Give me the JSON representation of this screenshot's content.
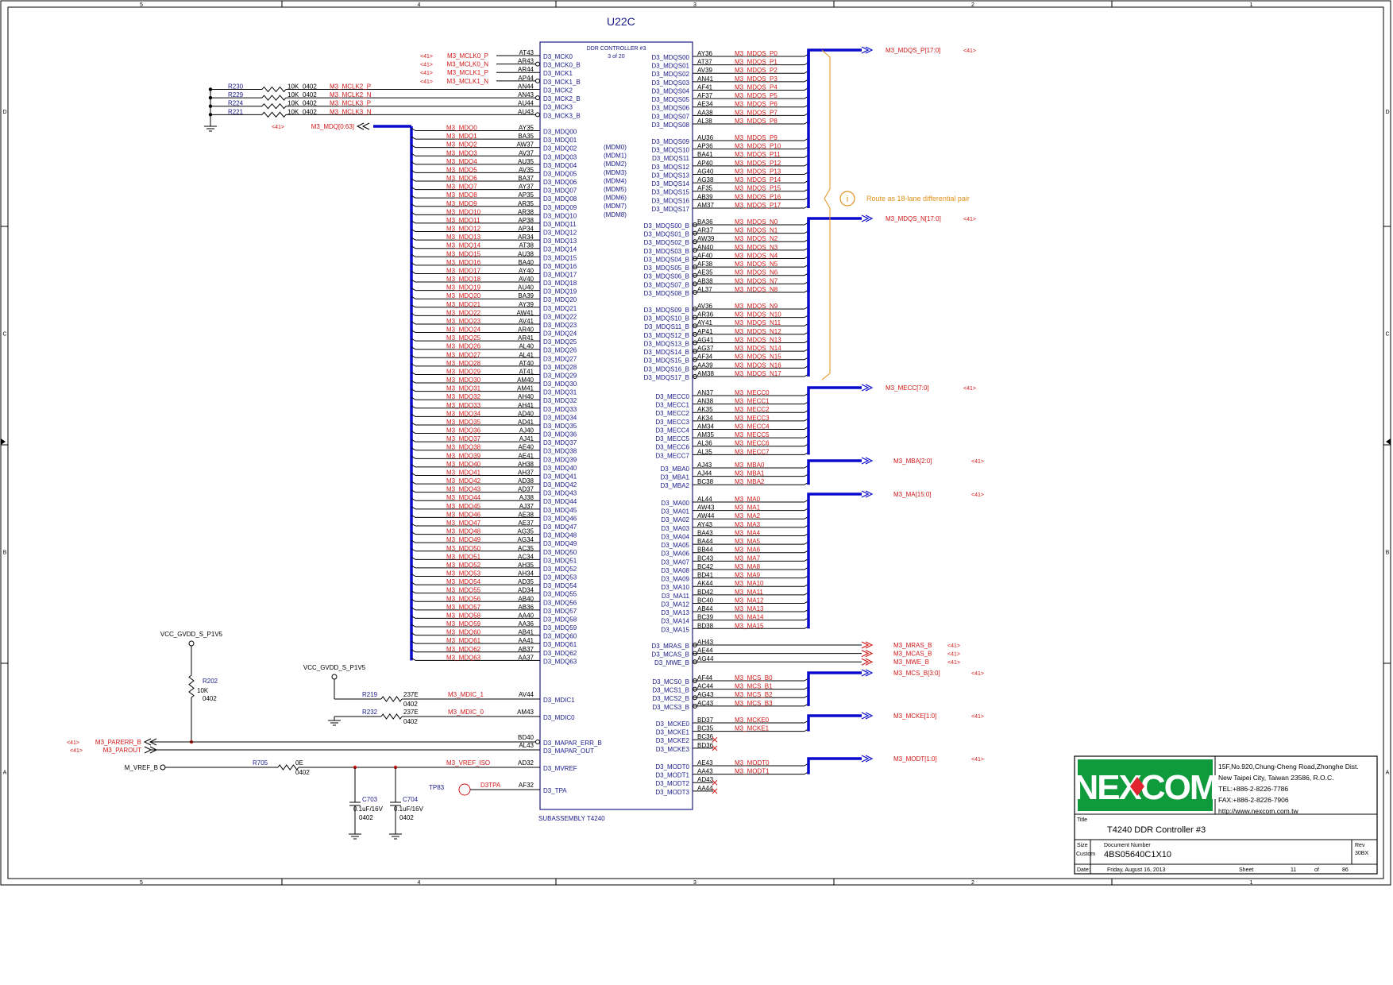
{
  "frame": {
    "cols": [
      "5",
      "4",
      "3",
      "2",
      "1"
    ],
    "rows": [
      "D",
      "C",
      "B",
      "A"
    ]
  },
  "ref": "U22C",
  "chip": {
    "title": "DDR CONTROLLER #3",
    "part": "3 of 20",
    "subassembly": "SUBASSEMBLY T4240"
  },
  "left_pins": [
    [
      "AT43",
      "D3_MCK0",
      "M3_MCLK0_P",
      "<41>"
    ],
    [
      "AR43",
      "D3_MCK0_B",
      "M3_MCLK0_N",
      "<41>"
    ],
    [
      "AR44",
      "D3_MCK1",
      "M3_MCLK1_P",
      "<41>"
    ],
    [
      "AP44",
      "D3_MCK1_B",
      "M3_MCLK1_N",
      "<41>"
    ],
    [
      "AN44",
      "D3_MCK2",
      "M3_MCLK2_P",
      ""
    ],
    [
      "AN43",
      "D3_MCK2_B",
      "M3_MCLK2_N",
      ""
    ],
    [
      "AU44",
      "D3_MCK3",
      "M3_MCLK3_P",
      ""
    ],
    [
      "AU43",
      "D3_MCK3_B",
      "M3_MCLK3_N",
      ""
    ]
  ],
  "mclk_resistors": [
    {
      "ref": "R230",
      "val": "10K",
      "pkg": "0402"
    },
    {
      "ref": "R229",
      "val": "10K",
      "pkg": "0402"
    },
    {
      "ref": "R224",
      "val": "10K",
      "pkg": "0402"
    },
    {
      "ref": "R221",
      "val": "10K",
      "pkg": "0402"
    }
  ],
  "mdq_bus": {
    "name": "M3_MDQ[0:63]",
    "sheet": "<41>"
  },
  "mdq_balls": [
    "AY35",
    "BA35",
    "AW37",
    "AV37",
    "AU35",
    "AV35",
    "BA37",
    "AY37",
    "AP35",
    "AR35",
    "AR38",
    "AP38",
    "AP34",
    "AR34",
    "AT38",
    "AU38",
    "BA40",
    "AY40",
    "AV40",
    "AU40",
    "BA39",
    "AY39",
    "AW41",
    "AV41",
    "AR40",
    "AR41",
    "AL40",
    "AL41",
    "AT40",
    "AT41",
    "AM40",
    "AM41",
    "AH40",
    "AH41",
    "AD40",
    "AD41",
    "AJ40",
    "AJ41",
    "AE40",
    "AE41",
    "AH38",
    "AH37",
    "AD38",
    "AD37",
    "AJ38",
    "AJ37",
    "AE38",
    "AE37",
    "AG35",
    "AG34",
    "AC35",
    "AC34",
    "AH35",
    "AH34",
    "AD35",
    "AD34",
    "AB40",
    "AB36",
    "AA40",
    "AA36",
    "AB41",
    "AA41",
    "AB37",
    "AA37"
  ],
  "dm_labels": [
    "(MDM0)",
    "(MDM1)",
    "(MDM2)",
    "(MDM3)",
    "(MDM4)",
    "(MDM5)",
    "(MDM6)",
    "(MDM7)",
    "(MDM8)"
  ],
  "right_groups": [
    {
      "kind": "mdqs",
      "pins": [
        [
          "AY36",
          "D3_MDQS00",
          "M3_MDQS_P0"
        ],
        [
          "AT37",
          "D3_MDQS01",
          "M3_MDQS_P1"
        ],
        [
          "AV39",
          "D3_MDQS02",
          "M3_MDQS_P2"
        ],
        [
          "AN41",
          "D3_MDQS03",
          "M3_MDQS_P3"
        ],
        [
          "AF41",
          "D3_MDQS04",
          "M3_MDQS_P4"
        ],
        [
          "AF37",
          "D3_MDQS05",
          "M3_MDQS_P5"
        ],
        [
          "AE34",
          "D3_MDQS06",
          "M3_MDQS_P6"
        ],
        [
          "AA38",
          "D3_MDQS07",
          "M3_MDQS_P7"
        ],
        [
          "AL38",
          "D3_MDQS08",
          "M3_MDQS_P8"
        ]
      ]
    },
    {
      "kind": "mdqs",
      "pins": [
        [
          "AU36",
          "D3_MDQS09",
          "M3_MDQS_P9"
        ],
        [
          "AP36",
          "D3_MDQS10",
          "M3_MDQS_P10"
        ],
        [
          "BA41",
          "D3_MDQS11",
          "M3_MDQS_P11"
        ],
        [
          "AP40",
          "D3_MDQS12",
          "M3_MDQS_P12"
        ],
        [
          "AG40",
          "D3_MDQS13",
          "M3_MDQS_P13"
        ],
        [
          "AG38",
          "D3_MDQS14",
          "M3_MDQS_P14"
        ],
        [
          "AF35",
          "D3_MDQS15",
          "M3_MDQS_P15"
        ],
        [
          "AB39",
          "D3_MDQS16",
          "M3_MDQS_P16"
        ],
        [
          "AM37",
          "D3_MDQS17",
          "M3_MDQS_P17"
        ]
      ]
    },
    {
      "kind": "mdqsn",
      "pins": [
        [
          "BA36",
          "D3_MDQS00_B",
          "M3_MDQS_N0"
        ],
        [
          "AR37",
          "D3_MDQS01_B",
          "M3_MDQS_N1"
        ],
        [
          "AW39",
          "D3_MDQS02_B",
          "M3_MDQS_N2"
        ],
        [
          "AN40",
          "D3_MDQS03_B",
          "M3_MDQS_N3"
        ],
        [
          "AF40",
          "D3_MDQS04_B",
          "M3_MDQS_N4"
        ],
        [
          "AF38",
          "D3_MDQS05_B",
          "M3_MDQS_N5"
        ],
        [
          "AE35",
          "D3_MDQS06_B",
          "M3_MDQS_N6"
        ],
        [
          "AB38",
          "D3_MDQS07_B",
          "M3_MDQS_N7"
        ],
        [
          "AL37",
          "D3_MDQS08_B",
          "M3_MDQS_N8"
        ]
      ]
    },
    {
      "kind": "mdqsn",
      "pins": [
        [
          "AV36",
          "D3_MDQS09_B",
          "M3_MDQS_N9"
        ],
        [
          "AR36",
          "D3_MDQS10_B",
          "M3_MDQS_N10"
        ],
        [
          "AY41",
          "D3_MDQS11_B",
          "M3_MDQS_N11"
        ],
        [
          "AP41",
          "D3_MDQS12_B",
          "M3_MDQS_N12"
        ],
        [
          "AG41",
          "D3_MDQS13_B",
          "M3_MDQS_N13"
        ],
        [
          "AG37",
          "D3_MDQS14_B",
          "M3_MDQS_N14"
        ],
        [
          "AF34",
          "D3_MDQS15_B",
          "M3_MDQS_N15"
        ],
        [
          "AA39",
          "D3_MDQS16_B",
          "M3_MDQS_N16"
        ],
        [
          "AM38",
          "D3_MDQS17_B",
          "M3_MDQS_N17"
        ]
      ]
    },
    {
      "kind": "ecc",
      "pins": [
        [
          "AN37",
          "D3_MECC0",
          "M3_MECC0"
        ],
        [
          "AN38",
          "D3_MECC1",
          "M3_MECC1"
        ],
        [
          "AK35",
          "D3_MECC2",
          "M3_MECC2"
        ],
        [
          "AK34",
          "D3_MECC3",
          "M3_MECC3"
        ],
        [
          "AM34",
          "D3_MECC4",
          "M3_MECC4"
        ],
        [
          "AM35",
          "D3_MECC5",
          "M3_MECC5"
        ],
        [
          "AL36",
          "D3_MECC6",
          "M3_MECC6"
        ],
        [
          "AL35",
          "D3_MECC7",
          "M3_MECC7"
        ]
      ]
    },
    {
      "kind": "mba",
      "pins": [
        [
          "AJ43",
          "D3_MBA0",
          "M3_MBA0"
        ],
        [
          "AJ44",
          "D3_MBA1",
          "M3_MBA1"
        ],
        [
          "BC38",
          "D3_MBA2",
          "M3_MBA2"
        ]
      ]
    },
    {
      "kind": "ma",
      "pins": [
        [
          "AL44",
          "D3_MA00",
          "M3_MA0"
        ],
        [
          "AW43",
          "D3_MA01",
          "M3_MA1"
        ],
        [
          "AW44",
          "D3_MA02",
          "M3_MA2"
        ],
        [
          "AY43",
          "D3_MA03",
          "M3_MA3"
        ],
        [
          "BA43",
          "D3_MA04",
          "M3_MA4"
        ],
        [
          "BA44",
          "D3_MA05",
          "M3_MA5"
        ],
        [
          "BB44",
          "D3_MA06",
          "M3_MA6"
        ],
        [
          "BC43",
          "D3_MA07",
          "M3_MA7"
        ],
        [
          "BC42",
          "D3_MA08",
          "M3_MA8"
        ],
        [
          "BD41",
          "D3_MA09",
          "M3_MA9"
        ],
        [
          "AK44",
          "D3_MA10",
          "M3_MA10"
        ],
        [
          "BD42",
          "D3_MA11",
          "M3_MA11"
        ],
        [
          "BC40",
          "D3_MA12",
          "M3_MA12"
        ],
        [
          "AB44",
          "D3_MA13",
          "M3_MA13"
        ],
        [
          "BC39",
          "D3_MA14",
          "M3_MA14"
        ],
        [
          "BD38",
          "D3_MA15",
          "M3_MA15"
        ]
      ]
    },
    {
      "kind": "cmd",
      "pins": [
        [
          "AH43",
          "D3_MRAS_B",
          ""
        ],
        [
          "AE44",
          "D3_MCAS_B",
          ""
        ],
        [
          "AG44",
          "D3_MWE_B",
          ""
        ]
      ]
    },
    {
      "kind": "mcs",
      "pins": [
        [
          "AF44",
          "D3_MCS0_B",
          "M3_MCS_B0"
        ],
        [
          "AC44",
          "D3_MCS1_B",
          "M3_MCS_B1"
        ],
        [
          "AG43",
          "D3_MCS2_B",
          "M3_MCS_B2"
        ],
        [
          "AC43",
          "D3_MCS3_B",
          "M3_MCS_B3"
        ]
      ]
    },
    {
      "kind": "cke",
      "pins": [
        [
          "BD37",
          "D3_MCKE0",
          "M3_MCKE0"
        ],
        [
          "BC35",
          "D3_MCKE1",
          "M3_MCKE1"
        ],
        [
          "BC36",
          "D3_MCKE2",
          ""
        ],
        [
          "BD36",
          "D3_MCKE3",
          ""
        ]
      ]
    },
    {
      "kind": "odt",
      "pins": [
        [
          "AE43",
          "D3_MODT0",
          "M3_MODT0"
        ],
        [
          "AA43",
          "D3_MODT1",
          "M3_MODT1"
        ],
        [
          "AD43",
          "D3_MODT2",
          ""
        ],
        [
          "AA44",
          "D3_MODT3",
          ""
        ]
      ]
    }
  ],
  "buses": {
    "mdqs_p": "M3_MDQS_P[17:0]",
    "mdqs_n": "M3_MDQS_N[17:0]",
    "mecc": "M3_MECC[7:0]",
    "mba": "M3_MBA[2:0]",
    "ma": "M3_MA[15:0]",
    "mras": "M3_MRAS_B",
    "mcas": "M3_MCAS_B",
    "mwe": "M3_MWE_B",
    "mcs": "M3_MCS_B[3:0]",
    "mcke": "M3_MCKE[1:0]",
    "modt": "M3_MODT[1:0]",
    "sheet": "<41>"
  },
  "note": "Route as 18-lane differential pair",
  "note_icon": "info-icon",
  "bottom_left": {
    "vcc": "VCC_GVDD_S_P1V5",
    "r202": {
      "ref": "R202",
      "val": "10K",
      "pkg": "0402"
    },
    "r219": {
      "ref": "R219",
      "val": "237E",
      "pkg": "0402"
    },
    "r232": {
      "ref": "R232",
      "val": "237E",
      "pkg": "0402"
    },
    "r705": {
      "ref": "R705",
      "val": "0E",
      "pkg": "0402"
    },
    "mdic1": {
      "ball": "AV44",
      "pin": "D3_MDIC1",
      "net": "M3_MDIC_1"
    },
    "mdic0": {
      "ball": "AM43",
      "pin": "D3_MDIC0",
      "net": "M3_MDIC_0"
    },
    "parerr": {
      "ball": "BD40",
      "pin": "D3_MAPAR_ERR_B",
      "net": "M3_PARERR_B",
      "sheet": "<41>"
    },
    "parout": {
      "ball": "AL43",
      "pin": "D3_MAPAR_OUT",
      "net": "M3_PAROUT",
      "sheet": "<41>"
    },
    "mvref": {
      "ball": "AD32",
      "pin": "D3_MVREF",
      "net": "M3_VREF_ISO",
      "src": "M_VREF_B"
    },
    "tpa": {
      "ball": "AF32",
      "pin": "D3_TPA",
      "net": "D3TPA",
      "tp": "TP83"
    },
    "c703": {
      "ref": "C703",
      "val": "0.1uF/16V",
      "pkg": "0402"
    },
    "c704": {
      "ref": "C704",
      "val": "0.1uF/16V",
      "pkg": "0402"
    }
  },
  "titleblock": {
    "logo": "NEXCOM",
    "address": [
      "15F,No.920,Chung-Cheng Road,Zhonghe Dist.",
      "New Taipei City, Taiwan 23586, R.O.C.",
      "TEL:+886-2-8226-7786",
      "FAX:+886-2-8226-7906",
      "http://www.nexcom.com.tw"
    ],
    "title_label": "Title",
    "title": "T4240 DDR Controller #3",
    "size_label": "Size",
    "size": "Custom",
    "docnum_label": "Document Number",
    "docnum": "4BS05640C1X10",
    "rev_label": "Rev",
    "rev": "30BX",
    "date_label": "Date:",
    "date": "Friday, August 16, 2013",
    "sheet_label": "Sheet",
    "sheet": "11",
    "of_label": "of",
    "total": "86"
  },
  "colors": {
    "line": "#000000",
    "net": "#d01818",
    "bus": "#0a0acc",
    "label": "#1a1a8a",
    "note": "#e0901a",
    "logo_green": "#0f9a3c",
    "logo_blue": "#1a3fae"
  }
}
